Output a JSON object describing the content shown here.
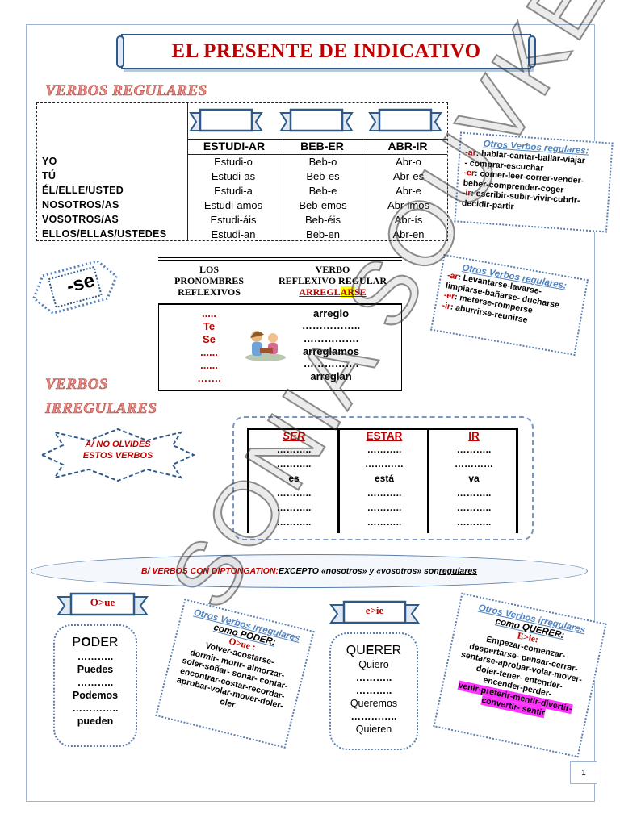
{
  "title": "EL PRESENTE DE INDICATIVO",
  "regular": {
    "heading": "VERBOS REGULARES",
    "columns": [
      "ESTUDI-AR",
      "BEB-ER",
      "ABR-IR"
    ],
    "pronouns": [
      "YO",
      "TÚ",
      "ÉL/ELLE/USTED",
      "NOSOTROS/AS",
      "VOSOTROS/AS",
      "ELLOS/ELLAS/USTEDES"
    ],
    "ar": [
      "Estudi-o",
      "Estudi-as",
      "Estudi-a",
      "Estudi-amos",
      "Estudi-áis",
      "Estudi-an"
    ],
    "er": [
      "Beb-o",
      "Beb-es",
      "Beb-e",
      "Beb-emos",
      "Beb-éis",
      "Beb-en"
    ],
    "ir": [
      "Abr-o",
      "Abr-es",
      "Abr-e",
      "Abr-imos",
      "Abr-ís",
      "Abr-en"
    ]
  },
  "note_regular": {
    "title": "Otros Verbos regulares:",
    "lines": [
      {
        "tag": "-ar",
        "text": ": hablar-cantar-bailar-viajar"
      },
      {
        "tag": "",
        "text": "- comprar-escuchar"
      },
      {
        "tag": "-er",
        "text": ": comer-leer-correr-vender-"
      },
      {
        "tag": "",
        "text": "beber-comprender-coger"
      },
      {
        "tag": "-ir",
        "text": ": escribir-subir-vivir-cubrir-"
      },
      {
        "tag": "",
        "text": "decidir-partir"
      }
    ]
  },
  "se_badge": "-se",
  "reflexive": {
    "left_head": "LOS PRONOMBRES REFLEXIVOS",
    "left_head_lines": [
      "LOS",
      "PRONOMBRES",
      "REFLEXIVOS"
    ],
    "right_head_lines": [
      "VERBO",
      "REFLEXIVO REGULAR"
    ],
    "verb_parts": [
      "ARREGL",
      "AR",
      "SE"
    ],
    "pronouns": [
      ".....",
      "Te",
      "Se",
      "......",
      "......",
      "……."
    ],
    "forms": [
      "arreglo",
      "……………..",
      "…………….",
      "arreglamos",
      "…………….",
      "arreglan"
    ]
  },
  "note_reflexive": {
    "title": "Otros Verbos regulares:",
    "lines": [
      {
        "tag": "-ar",
        "text": ": Levantarse-lavarse-"
      },
      {
        "tag": "",
        "text": "limpiarse-bañarse- ducharse"
      },
      {
        "tag": "-er",
        "text": ": meterse-romperse"
      },
      {
        "tag": "-ir",
        "text": ": aburrirse-reunirse"
      }
    ]
  },
  "irregular": {
    "heading_lines": [
      "VERBOS",
      "IRREGULARES"
    ],
    "reminder": "A/ NO OLVIDES ESTOS VERBOS",
    "reminder_lines": [
      "A/ NO OLVIDES",
      "ESTOS VERBOS"
    ],
    "columns": [
      {
        "name": "SER",
        "forms": [
          "………..",
          "………..",
          "es",
          "………..",
          "………..",
          "……….."
        ]
      },
      {
        "name": "ESTAR",
        "forms": [
          "………..",
          "…………",
          "está",
          "………..",
          "………..",
          "……….."
        ]
      },
      {
        "name": "IR",
        "forms": [
          "………..",
          "…………",
          "va",
          "………..",
          "………..",
          "……….."
        ]
      }
    ]
  },
  "diphthong": {
    "label_red": "B/ VERBOS CON DIPTONGATION:",
    "label_rest": " EXCEPTO «nosotros» y «vosotros» son ",
    "label_underlined": "regulares"
  },
  "o_ue": {
    "tag": "O>ue",
    "verb_prefix": "P",
    "verb_mid": "O",
    "verb_suffix": "DER",
    "forms": [
      "………..",
      "Puedes",
      "………..",
      "Podemos",
      "…………..",
      "pueden"
    ],
    "note_title_lines": [
      "Otros Verbos irregulares",
      "como PODER:"
    ],
    "note_sub": "O>ue :",
    "note_lines": [
      "Volver-acostarse-",
      "dormir- morir- almorzar-",
      "soler-soñar- sonar- contar-",
      "encontrar-costar-recordar-",
      "aprobar-volar-mover-doler-",
      "oler"
    ]
  },
  "e_ie": {
    "tag": "e>ie",
    "verb_prefix": "QU",
    "verb_mid": "E",
    "verb_suffix": "RER",
    "forms": [
      "Quiero",
      "………..",
      "………..",
      "Queremos",
      "…………..",
      "Quieren"
    ],
    "note_title_lines": [
      "Otros Verbos irregulares",
      "como QUERER:"
    ],
    "note_sub": "E>ie:",
    "note_lines": [
      "Empezar-comenzar-",
      "despertarse- pensar-cerrar-",
      "sentarse-aprobar-volar-mover-",
      "doler-tener- entender-",
      "encender-perder-"
    ],
    "note_highlight_lines": [
      "venir-preferir-mentir-divertir-",
      "convertir- sentir"
    ]
  },
  "watermark": "SONIA SOUVKER",
  "page_number": "1",
  "colors": {
    "title_red": "#c00000",
    "frame_blue": "#2e5a8a",
    "note_blue": "#4f81bd",
    "highlight_magenta": "#ff33ff",
    "highlight_yellow": "#ffff00"
  }
}
